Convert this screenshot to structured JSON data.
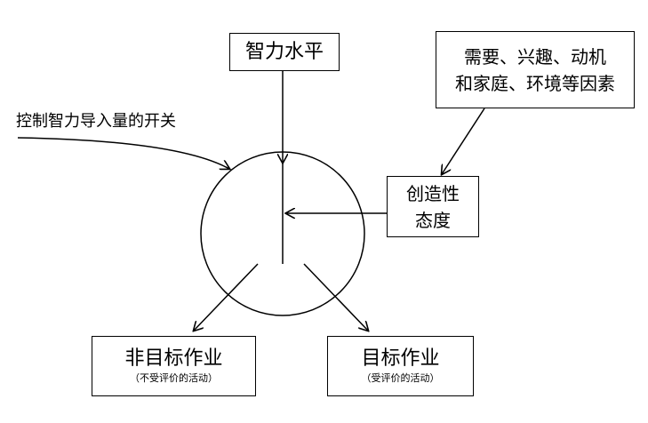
{
  "boxes": {
    "intelligence": "智力水平",
    "factors_line1": "需要、兴趣、动机",
    "factors_line2": "和家庭、环境等因素",
    "attitude_line1": "创造性",
    "attitude_line2": "态度",
    "non_goal_title": "非目标作业",
    "non_goal_note": "（不受评价的活动）",
    "goal_title": "目标作业",
    "goal_note": "（受评价的活动）"
  },
  "switch_label": "控制智力导入量的开关"
}
